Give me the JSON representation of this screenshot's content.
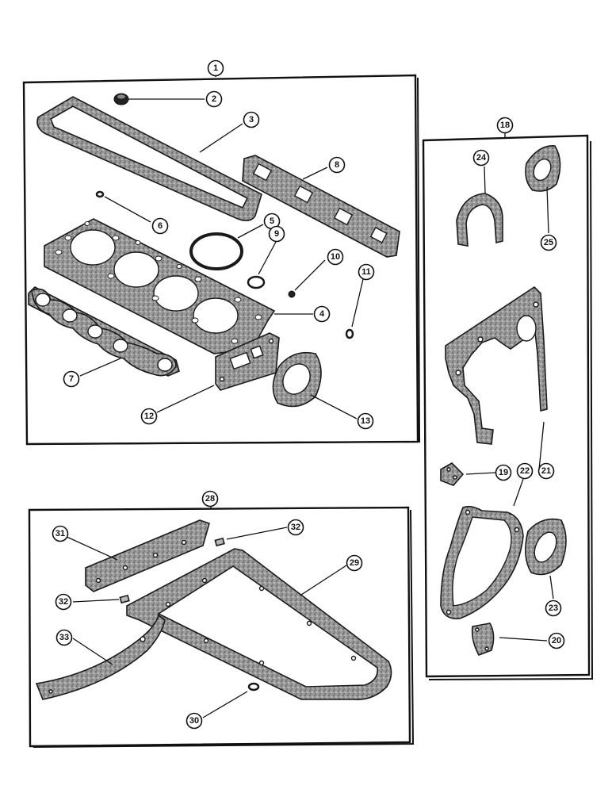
{
  "callouts": {
    "c1": "1",
    "c2": "2",
    "c3": "3",
    "c4": "4",
    "c5": "5",
    "c6": "6",
    "c7": "7",
    "c8": "8",
    "c9": "9",
    "c10": "10",
    "c11": "11",
    "c12": "12",
    "c13": "13",
    "c18": "18",
    "c19": "19",
    "c20": "20",
    "c21": "21",
    "c22": "22",
    "c23": "23",
    "c24": "24",
    "c25": "25",
    "c28": "28",
    "c29": "29",
    "c30": "30",
    "c31": "31",
    "c32a": "32",
    "c32b": "32",
    "c33": "33"
  }
}
